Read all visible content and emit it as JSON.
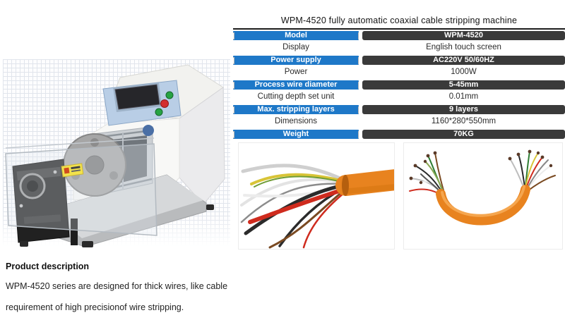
{
  "title": "WPM-4520 fully automatic coaxial cable stripping machine",
  "colors": {
    "accent_blue": "#1e78c8",
    "bar_dark": "#3a3a3a",
    "cable_orange": "#e8831f"
  },
  "spec_table": {
    "rows": [
      {
        "label": "Model",
        "value": "WPM-4520"
      },
      {
        "label": "Display",
        "value": "English touch screen"
      },
      {
        "label": "Power supply",
        "value": "AC220V 50/60HZ"
      },
      {
        "label": "Power",
        "value": "1000W"
      },
      {
        "label": "Process wire diameter",
        "value": "5-45mm"
      },
      {
        "label": "Cutting depth set unit",
        "value": "0.01mm"
      },
      {
        "label": "Max. stripping layers",
        "value": "9 layers"
      },
      {
        "label": "Dimensions",
        "value": "1160*280*550mm"
      },
      {
        "label": "Weight",
        "value": "70KG"
      }
    ]
  },
  "images": {
    "machine": "WPM-4520 cable stripping machine",
    "cable_closeup": "stripped multi-core orange cable close-up",
    "cable_curved": "orange cable stripped at both ends"
  },
  "description": {
    "heading": "Product description",
    "line1": "WPM-4520 series are designed for thick wires, like cable",
    "line2": "requirement of high precisionof wire stripping."
  }
}
